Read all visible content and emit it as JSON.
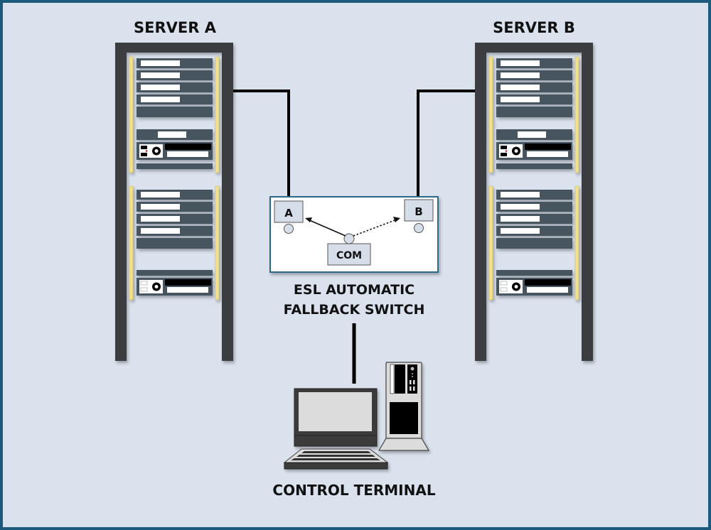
{
  "title_left": "SERVER A",
  "title_right": "SERVER B",
  "switch": {
    "port_a": "A",
    "port_b": "B",
    "port_com": "COM",
    "label_line1": "ESL AUTOMATIC",
    "label_line2": "FALLBACK SWITCH",
    "active_path": "COM-to-A (solid)",
    "standby_path": "COM-to-B (dotted)"
  },
  "terminal": {
    "label": "CONTROL TERMINAL"
  },
  "colors": {
    "background": "#dae2ee",
    "border": "#1d5a7c",
    "rack_frame": "#3a3c40",
    "rail": "#f3e08a",
    "unit": "#465560",
    "switch_border": "#2d6a87"
  }
}
